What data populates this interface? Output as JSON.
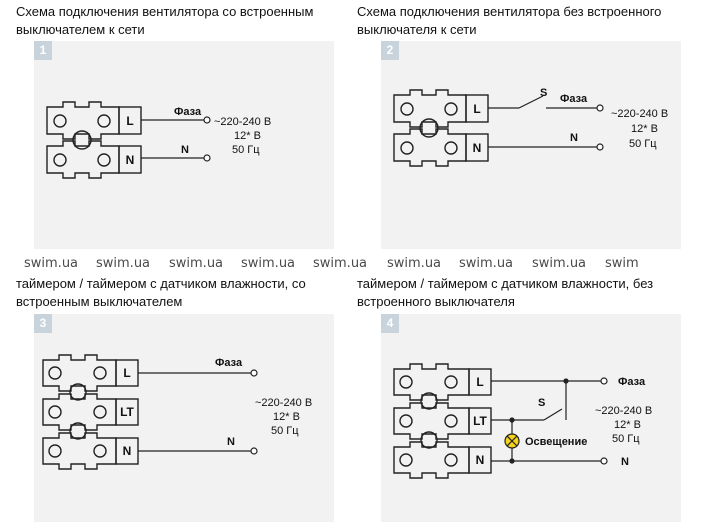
{
  "captions": {
    "c1": "Схема подключения вентилятора со встроенным выключателем к сети",
    "c2": "Схема подключения вентилятора без встроенного выключателя к сети",
    "c3": "таймером / таймером с датчиком влажности, со встроенным выключателем",
    "c4": "таймером / таймером с датчиком влажности, без встроенного выключателя"
  },
  "panels": {
    "p1": {
      "number": "1",
      "phase": "Фаза",
      "neutral": "N",
      "term_l": "L",
      "term_n": "N",
      "v1": "~220-240 В",
      "v2": "12* В",
      "v3": "50 Гц"
    },
    "p2": {
      "number": "2",
      "switch": "S",
      "phase": "Фаза",
      "neutral": "N",
      "term_l": "L",
      "term_n": "N",
      "v1": "~220-240 В",
      "v2": "12* В",
      "v3": "50 Гц"
    },
    "p3": {
      "number": "3",
      "phase": "Фаза",
      "neutral": "N",
      "term_l": "L",
      "term_lt": "LT",
      "term_n": "N",
      "v1": "~220-240 В",
      "v2": "12* В",
      "v3": "50 Гц"
    },
    "p4": {
      "number": "4",
      "switch": "S",
      "phase": "Фаза",
      "neutral": "N",
      "lamp": "Освещение",
      "term_l": "L",
      "term_lt": "LT",
      "term_n": "N",
      "v1": "~220-240 В",
      "v2": "12* В",
      "v3": "50 Гц"
    }
  },
  "watermarks": [
    "swim.ua",
    "swim.ua",
    "swim.ua",
    "swim.ua",
    "swim.ua",
    "swim.ua",
    "swim.ua",
    "swim.ua",
    "swim"
  ],
  "colors": {
    "panel_bg": "#f2f2f2",
    "badge_bg": "#c8d3dc",
    "lamp_fill": "#f5d31b"
  }
}
